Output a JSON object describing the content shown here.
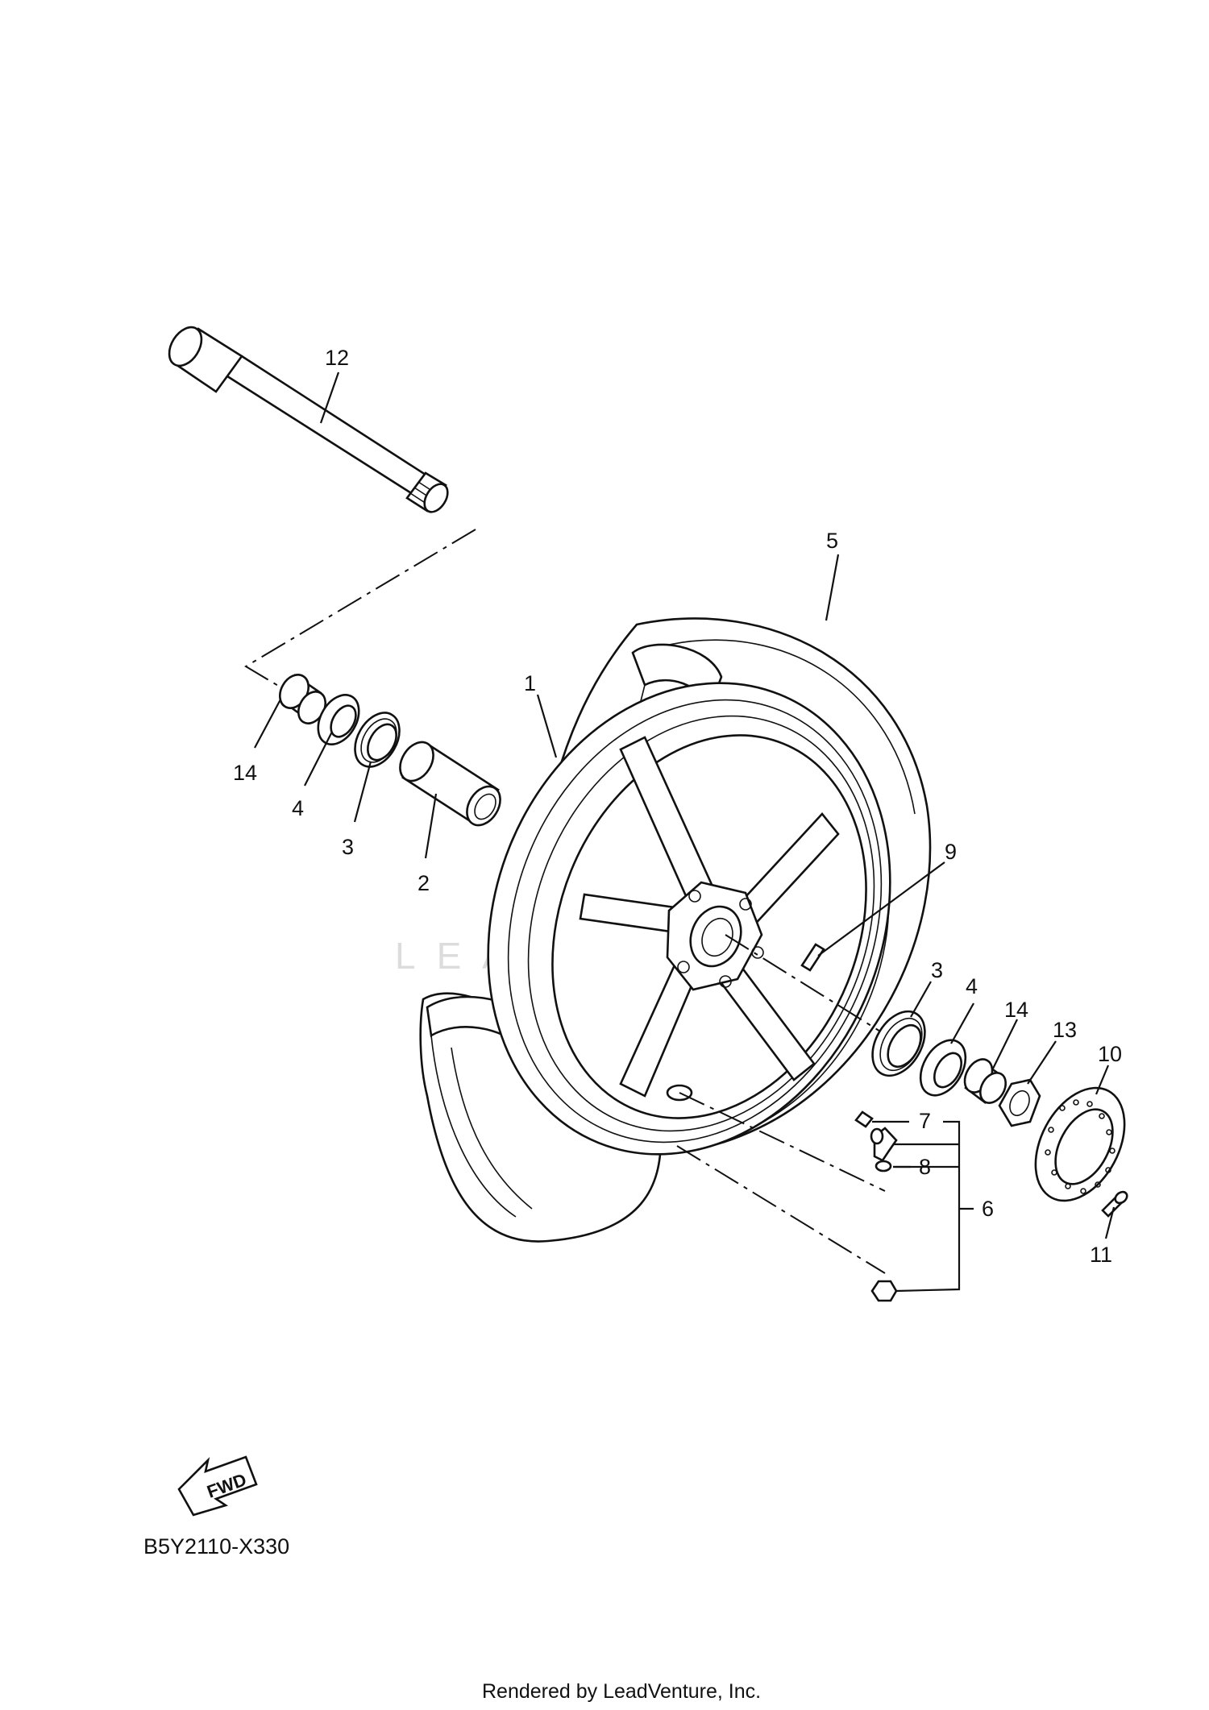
{
  "diagram": {
    "code": "B5Y2110-X330",
    "credit": "Rendered by LeadVenture, Inc.",
    "watermark": "LEADVENTURE",
    "fwd_label": "FWD"
  },
  "callouts": [
    {
      "id": "c12",
      "label": "12"
    },
    {
      "id": "c5",
      "label": "5"
    },
    {
      "id": "c1",
      "label": "1"
    },
    {
      "id": "c14a",
      "label": "14"
    },
    {
      "id": "c4a",
      "label": "4"
    },
    {
      "id": "c3a",
      "label": "3"
    },
    {
      "id": "c2",
      "label": "2"
    },
    {
      "id": "c9",
      "label": "9"
    },
    {
      "id": "c3b",
      "label": "3"
    },
    {
      "id": "c4b",
      "label": "4"
    },
    {
      "id": "c14b",
      "label": "14"
    },
    {
      "id": "c13",
      "label": "13"
    },
    {
      "id": "c10",
      "label": "10"
    },
    {
      "id": "c7",
      "label": "7"
    },
    {
      "id": "c8",
      "label": "8"
    },
    {
      "id": "c6",
      "label": "6"
    },
    {
      "id": "c11",
      "label": "11"
    }
  ]
}
